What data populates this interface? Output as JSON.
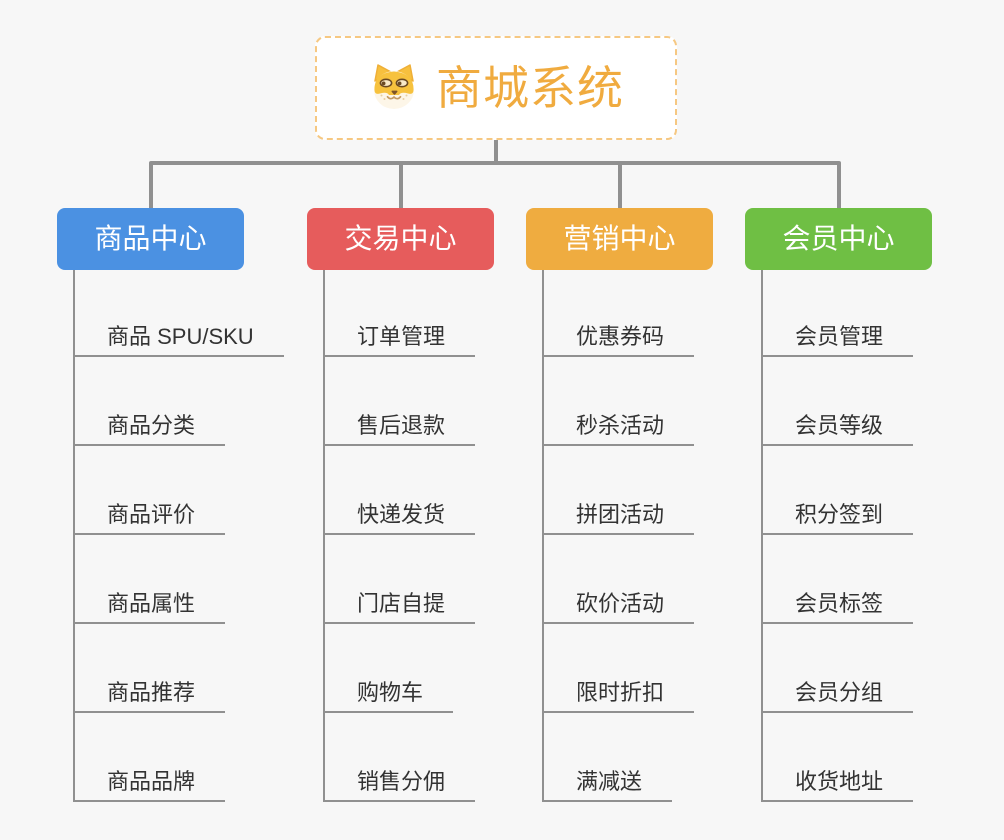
{
  "root": {
    "title": "商城系统",
    "icon": "dog-face-icon",
    "title_color": "#F0AB3F",
    "border_color": "#F6C882",
    "background": "#FFFFFF"
  },
  "branches": [
    {
      "label": "商品中心",
      "color": "#4B91E2",
      "children": [
        "商品 SPU/SKU",
        "商品分类",
        "商品评价",
        "商品属性",
        "商品推荐",
        "商品品牌"
      ]
    },
    {
      "label": "交易中心",
      "color": "#E65C5C",
      "children": [
        "订单管理",
        "售后退款",
        "快递发货",
        "门店自提",
        "购物车",
        "销售分佣"
      ]
    },
    {
      "label": "营销中心",
      "color": "#EFAC40",
      "children": [
        "优惠券码",
        "秒杀活动",
        "拼团活动",
        "砍价活动",
        "限时折扣",
        "满减送"
      ]
    },
    {
      "label": "会员中心",
      "color": "#6FBF44",
      "children": [
        "会员管理",
        "会员等级",
        "积分签到",
        "会员标签",
        "会员分组",
        "收货地址"
      ]
    }
  ],
  "colors": {
    "background": "#F7F7F7",
    "connector": "#909090",
    "child_text": "#333333"
  }
}
